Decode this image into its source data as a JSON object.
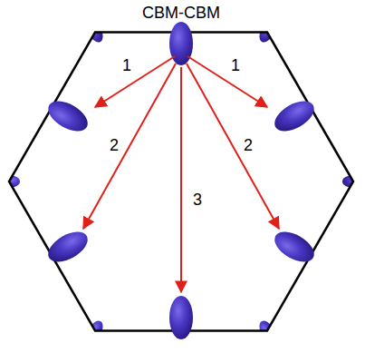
{
  "diagram": {
    "title": "CBM-CBM",
    "labels": [
      "1",
      "1",
      "2",
      "2",
      "3"
    ]
  }
}
